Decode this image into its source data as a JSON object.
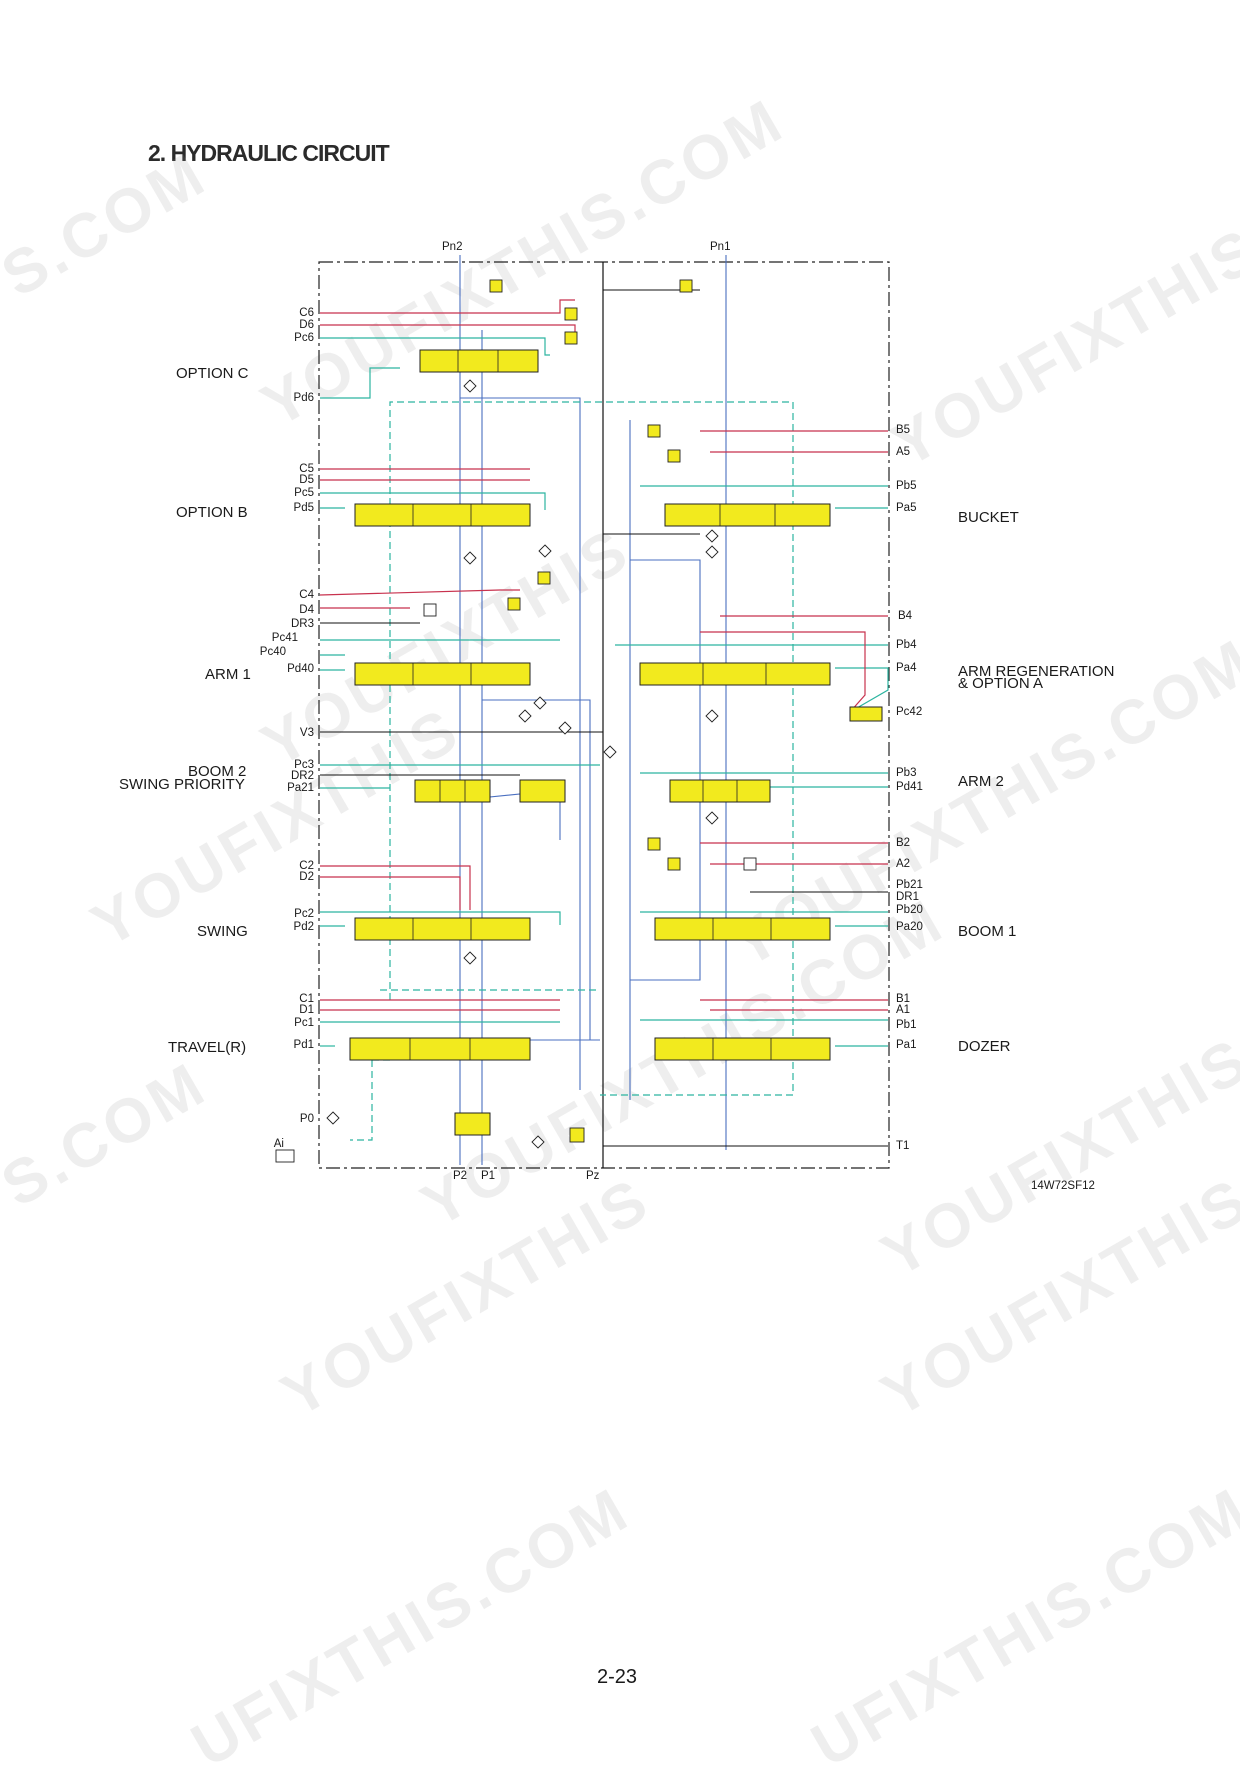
{
  "page": {
    "title": "2. HYDRAULIC CIRCUIT",
    "drawing_code": "14W72SF12",
    "page_number": "2-23"
  },
  "watermarks": [
    "S.COM",
    "YOUFIXTHIS.COM",
    "YOUFIXTHIS",
    "YOUFIXTHIS",
    "YOUFIXTHIS.COM",
    "YOUFIXTHIS",
    "S.COM",
    "YOUFIXTHIS.COM",
    "YOUFIXTHIS",
    "YOUFIXTHIS",
    "YOUFIXTHIS.COM",
    "UFIXTHIS.COM",
    "UFIXTHIS.COM"
  ],
  "sections_left": [
    "OPTION C",
    "OPTION B",
    "ARM 1",
    "BOOM 2",
    "SWING PRIORITY",
    "SWING",
    "TRAVEL(R)"
  ],
  "sections_right": [
    "BUCKET",
    "ARM REGENERATION",
    "& OPTION A",
    "ARM 2",
    "BOOM 1",
    "DOZER"
  ],
  "ports_top": [
    "Pn2",
    "Pn1"
  ],
  "ports_left": [
    "C6",
    "D6",
    "Pc6",
    "Pd6",
    "C5",
    "D5",
    "Pc5",
    "Pd5",
    "C4",
    "D4",
    "DR3",
    "Pc41",
    "Pc40",
    "Pd40",
    "V3",
    "Pc3",
    "DR2",
    "Pa21",
    "C2",
    "D2",
    "Pc2",
    "Pd2",
    "C1",
    "D1",
    "Pc1",
    "Pd1",
    "P0",
    "Ai"
  ],
  "ports_right": [
    "B5",
    "A5",
    "Pb5",
    "Pa5",
    "B4",
    "Pb4",
    "Pa4",
    "Pc42",
    "Pb3",
    "Pd41",
    "B2",
    "A2",
    "Pb21",
    "DR1",
    "Pb20",
    "Pa20",
    "B1",
    "A1",
    "Pb1",
    "Pa1",
    "T1"
  ],
  "ports_bottom": [
    "P2",
    "P1",
    "Pz"
  ],
  "colors": {
    "pilot_line": "#2cb5a0",
    "work_line": "#c8324e",
    "pressure_line": "#4a6fc0",
    "drain_line": "#111111",
    "spool_fill": "#f2ea1e",
    "frame": "#222222"
  }
}
